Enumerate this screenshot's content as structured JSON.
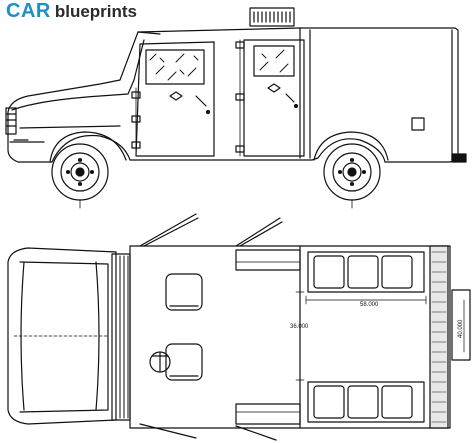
{
  "brand": {
    "name_part1": "CAR",
    "name_part2": "blueprints",
    "accent": "#1e90c8"
  },
  "dimensions": {
    "interior_length": "58.000",
    "interior_width": "36.000",
    "door_width": "40.000"
  }
}
